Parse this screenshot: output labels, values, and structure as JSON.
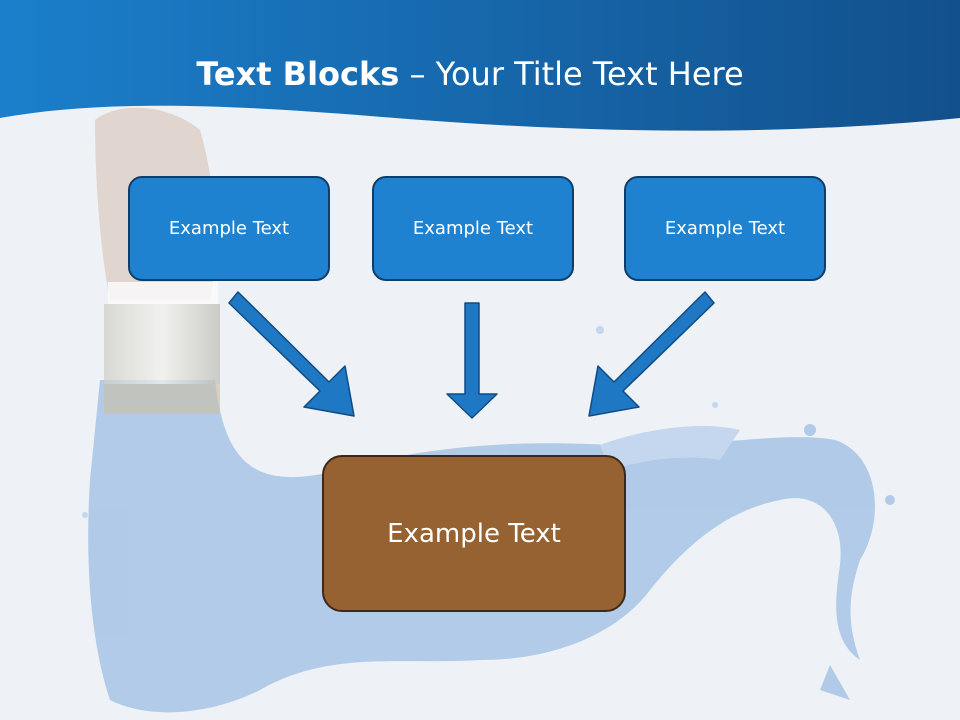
{
  "slide": {
    "title_bold": "Text Blocks",
    "title_separator": " – ",
    "title_rest": "Your Title Text Here"
  },
  "top_boxes": [
    {
      "label": "Example Text"
    },
    {
      "label": "Example Text"
    },
    {
      "label": "Example Text"
    }
  ],
  "bottom_box": {
    "label": "Example Text"
  },
  "colors": {
    "header_blue": "#1a6fb3",
    "box_blue": "#1f82d0",
    "box_brown": "#966231",
    "arrow_blue": "#1f78c4",
    "paint_splash": "#9dbde3"
  }
}
